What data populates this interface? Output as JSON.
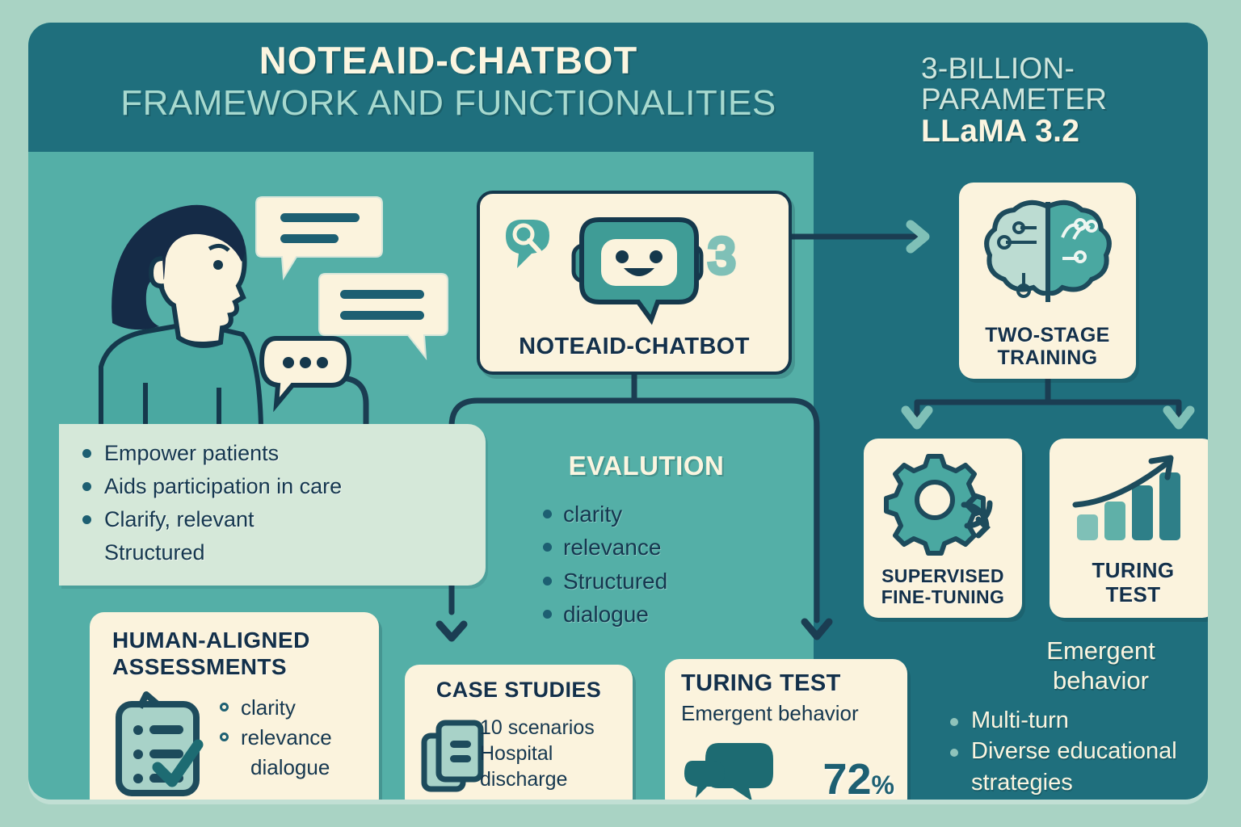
{
  "header": {
    "title_line1": "NOTEAID-CHATBOT",
    "title_line2": "FRAMEWORK AND FUNCTIONALITIES",
    "model_line1": "3-BILLION-",
    "model_line2": "PARAMETER",
    "model_line3": "LLaMA 3.2"
  },
  "benefits": {
    "items": [
      "Empower patients",
      "Aids participation in care",
      "Clarify, relevant",
      "Structured"
    ]
  },
  "chatbot": {
    "label": "NOTEAID-CHATBOT"
  },
  "two_stage": {
    "label_line1": "TWO-STAGE",
    "label_line2": "TRAINING"
  },
  "supervised_fine_tuning": {
    "label_line1": "SUPERVISED",
    "label_line2": "FINE-TUNING"
  },
  "turing_small": {
    "label_line1": "TURING",
    "label_line2": "TEST"
  },
  "evaluation": {
    "title": "EVALUTION",
    "items": [
      "clarity",
      "relevance",
      "Structured",
      "dialogue"
    ]
  },
  "human_aligned": {
    "title_line1": "HUMAN-ALIGNED",
    "title_line2": "ASSESSMENTS",
    "items": [
      "clarity",
      "relevance",
      "dialogue"
    ]
  },
  "case_studies": {
    "title": "CASE STUDIES",
    "line1": "10 scenarios",
    "line2": "Hospital",
    "line3": "discharge"
  },
  "turing_test": {
    "title": "TURING TEST",
    "subtitle": "Emergent behavior",
    "value": "72",
    "unit": "%"
  },
  "emergent": {
    "line1": "Emergent",
    "line2": "behavior",
    "items": [
      "Multi-turn",
      "Diverse educational",
      "strategies"
    ]
  },
  "colors": {
    "background": "#a9d3c4",
    "panel": "#54afa7",
    "dark_teal": "#1f6f7d",
    "cream": "#fbf3dd",
    "navy": "#15384c",
    "mint": "#d5e8d9",
    "accent_teal": "#3f9c96"
  }
}
